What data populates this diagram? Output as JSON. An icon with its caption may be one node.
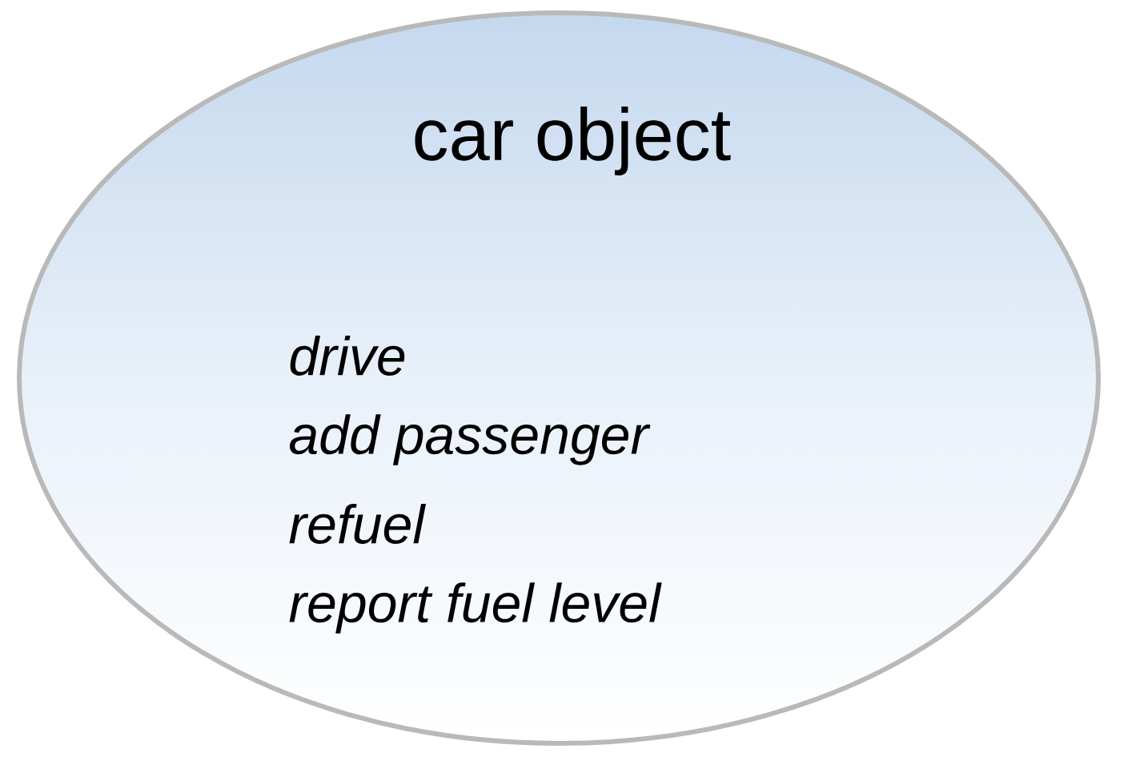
{
  "diagram": {
    "nodes": [
      {
        "text": [
          "car object",
          "drive",
          "add passenger",
          "refuel",
          "report fuel level"
        ]
      }
    ]
  }
}
